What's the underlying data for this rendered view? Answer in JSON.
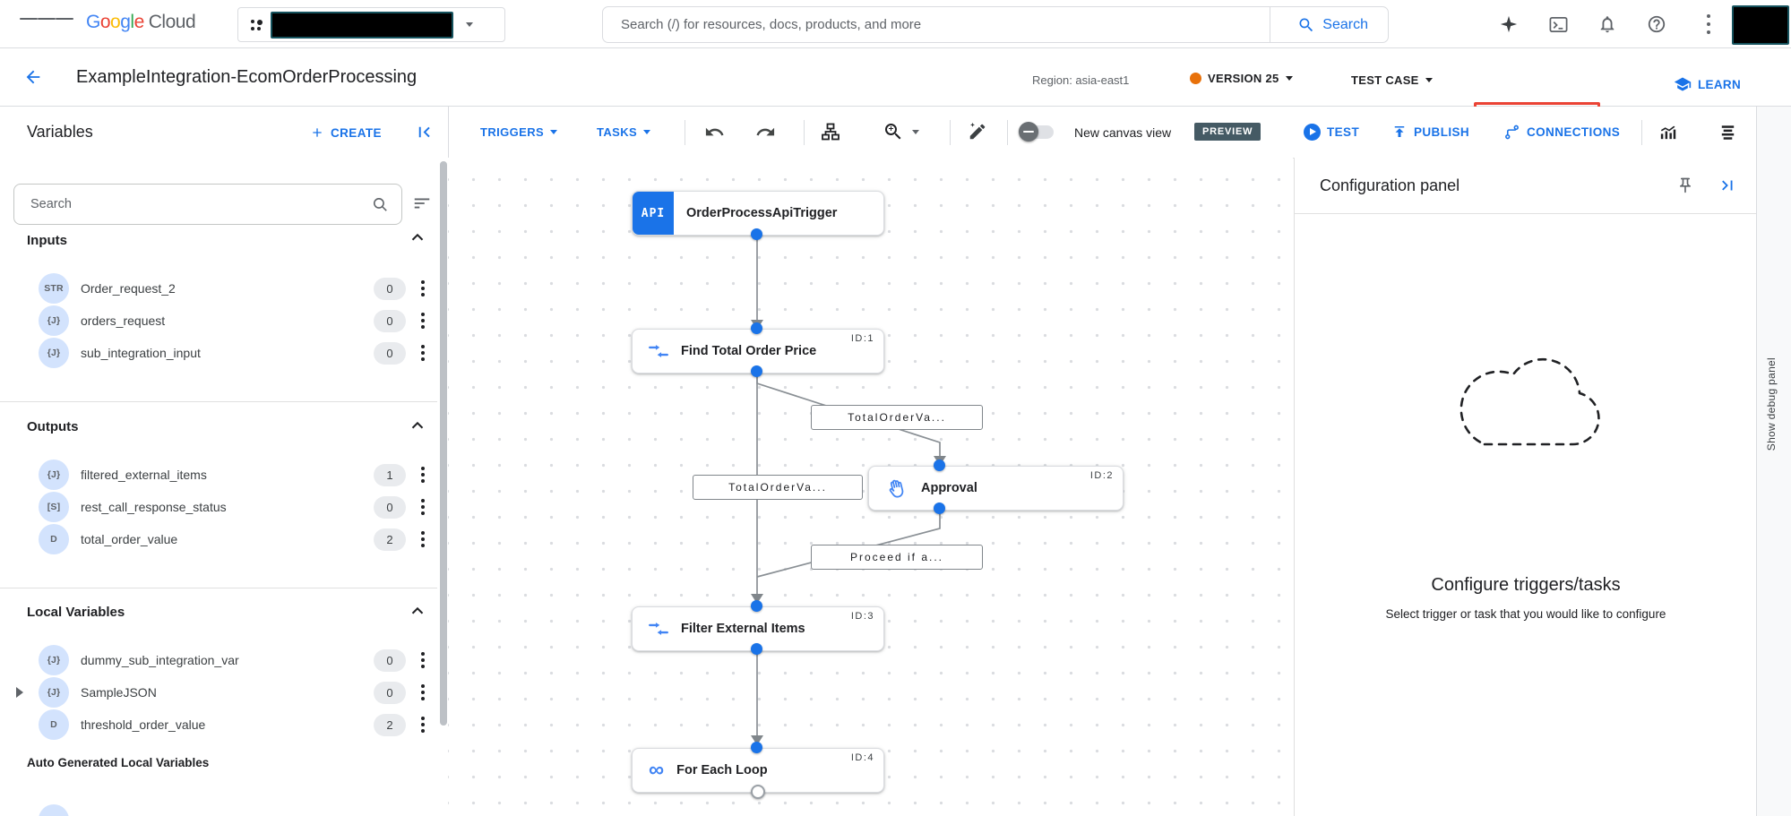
{
  "topbar": {
    "logo_letters": [
      "G",
      "o",
      "o",
      "g",
      "l",
      "e"
    ],
    "logo_cloud": "Cloud",
    "search_placeholder": "Search (/) for resources, docs, products, and more",
    "search_button": "Search"
  },
  "header": {
    "title": "ExampleIntegration-EcomOrderProcessing",
    "region_label": "Region: asia-east1",
    "version_label": "VERSION 25",
    "test_case_label": "TEST CASE",
    "learn_label": "LEARN"
  },
  "toolbar": {
    "panel_title": "Variables",
    "create_label": "CREATE",
    "triggers_label": "TRIGGERS",
    "tasks_label": "TASKS",
    "new_canvas_label": "New canvas view",
    "preview_badge": "PREVIEW",
    "test_label": "TEST",
    "publish_label": "PUBLISH",
    "connections_label": "CONNECTIONS"
  },
  "sidebar": {
    "search_placeholder": "Search",
    "sections": [
      {
        "title": "Inputs",
        "rows": [
          {
            "type": "STR",
            "name": "Order_request_2",
            "count": "0"
          },
          {
            "type": "{J}",
            "name": "orders_request",
            "count": "0"
          },
          {
            "type": "{J}",
            "name": "sub_integration_input",
            "count": "0"
          }
        ]
      },
      {
        "title": "Outputs",
        "rows": [
          {
            "type": "{J}",
            "name": "filtered_external_items",
            "count": "1"
          },
          {
            "type": "[S]",
            "name": "rest_call_response_status",
            "count": "0"
          },
          {
            "type": "D",
            "name": "total_order_value",
            "count": "2"
          }
        ]
      },
      {
        "title": "Local Variables",
        "rows": [
          {
            "type": "{J}",
            "name": "dummy_sub_integration_var",
            "count": "0"
          },
          {
            "type": "{J}",
            "name": "SampleJSON",
            "count": "0"
          },
          {
            "type": "D",
            "name": "threshold_order_value",
            "count": "2"
          }
        ]
      },
      {
        "title": "Auto Generated Local Variables",
        "rows": []
      }
    ]
  },
  "flow": {
    "nodes": [
      {
        "icon": "API",
        "title": "OrderProcessApiTrigger",
        "id_label": ""
      },
      {
        "title": "Find Total Order Price",
        "id_label": "ID:1"
      },
      {
        "title": "Approval",
        "id_label": "ID:2"
      },
      {
        "title": "Filter External Items",
        "id_label": "ID:3"
      },
      {
        "title": "For Each Loop",
        "id_label": "ID:4"
      }
    ],
    "edge_labels": [
      "TotalOrderVa...",
      "TotalOrderVa...",
      "Proceed if a..."
    ]
  },
  "config_panel": {
    "title": "Configuration panel",
    "empty_title": "Configure triggers/tasks",
    "empty_subtitle": "Select trigger or task that you would like to configure"
  },
  "debug_strip": {
    "label": "Show debug panel"
  },
  "colors": {
    "accent_blue": "#1a73e8",
    "icon_blue": "#4285f4",
    "highlight_red": "#ea4335",
    "version_dot_orange": "#e8710a",
    "preview_badge_bg": "#455a64",
    "type_badge_bg": "#d3e3fd",
    "google_letter_colors": [
      "#4285F4",
      "#EA4335",
      "#FBBC05",
      "#4285F4",
      "#34A853",
      "#EA4335"
    ]
  }
}
